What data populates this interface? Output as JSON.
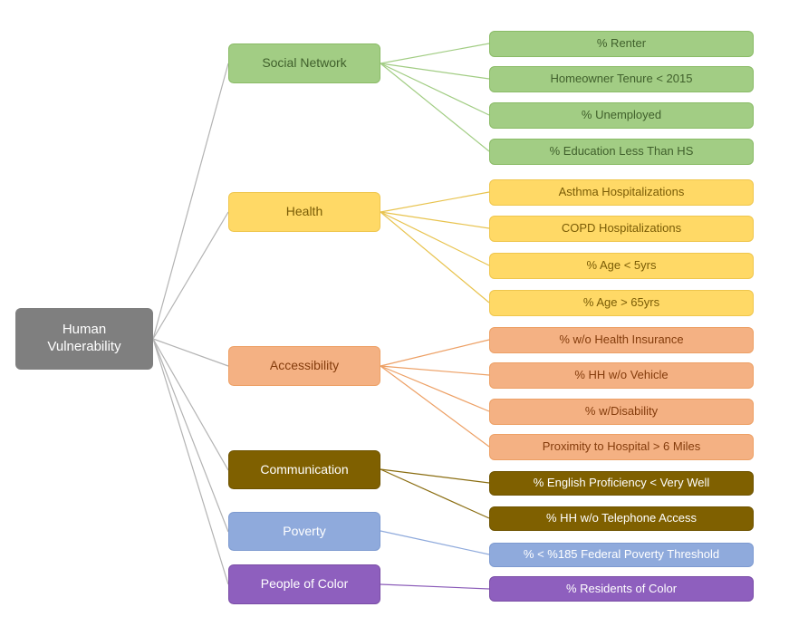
{
  "tree": {
    "root": {
      "label": "Human Vulnerability"
    },
    "branches": [
      {
        "label": "Social Network",
        "color": "#a2cd84",
        "items": [
          {
            "label": "% Renter"
          },
          {
            "label": "Homeowner Tenure < 2015"
          },
          {
            "label": "% Unemployed"
          },
          {
            "label": "% Education Less Than HS"
          }
        ]
      },
      {
        "label": "Health",
        "color": "#ffd966",
        "items": [
          {
            "label": "Asthma Hospitalizations"
          },
          {
            "label": "COPD Hospitalizations"
          },
          {
            "label": "% Age < 5yrs"
          },
          {
            "label": "% Age > 65yrs"
          }
        ]
      },
      {
        "label": "Accessibility",
        "color": "#f4b183",
        "items": [
          {
            "label": "% w/o Health Insurance"
          },
          {
            "label": "% HH w/o  Vehicle"
          },
          {
            "label": "% w/Disability"
          },
          {
            "label": "Proximity to Hospital > 6 Miles"
          }
        ]
      },
      {
        "label": "Communication",
        "color": "#7f6000",
        "items": [
          {
            "label": "% English Proficiency < Very Well"
          },
          {
            "label": "% HH w/o Telephone Access"
          }
        ]
      },
      {
        "label": "Poverty",
        "color": "#8faadc",
        "items": [
          {
            "label": "% < %185 Federal Poverty Threshold"
          }
        ]
      },
      {
        "label": "People of Color",
        "color": "#8e5fbe",
        "items": [
          {
            "label": "% Residents of Color"
          }
        ]
      }
    ]
  },
  "palette": {
    "root_gray": "#7f7f7f",
    "social_network_green": "#a2cd84",
    "health_yellow": "#ffd966",
    "accessibility_orange": "#f4b183",
    "communication_olive": "#7f6000",
    "poverty_blue": "#8faadc",
    "people_of_color_purple": "#8e5fbe"
  }
}
